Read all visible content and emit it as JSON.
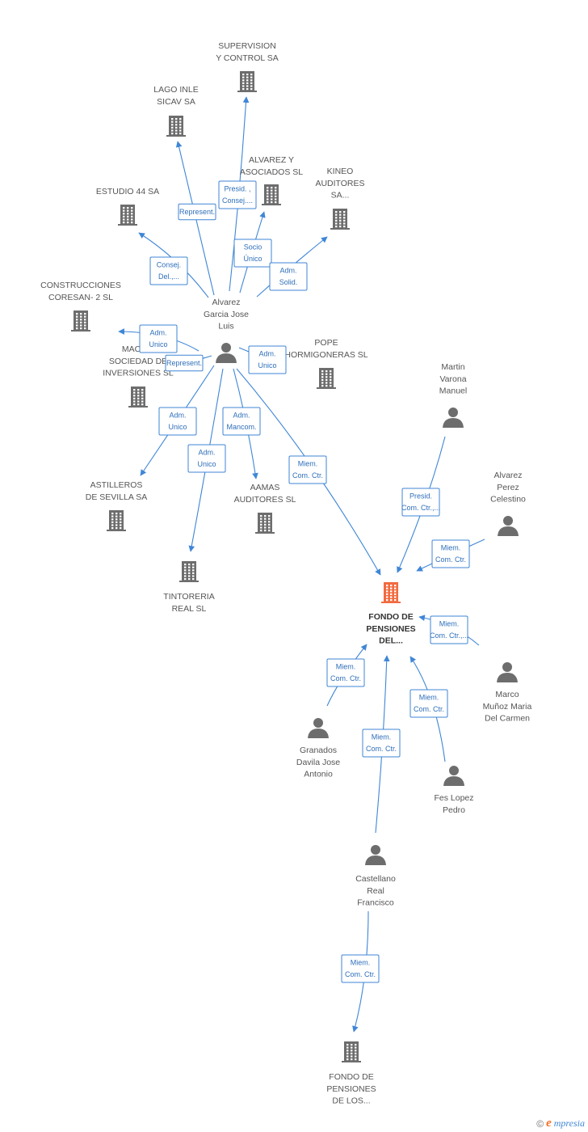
{
  "colors": {
    "edge": "#3f86d6",
    "node_icon": "#6d6d6d",
    "focus_icon": "#f26a3f",
    "edge_label_text": "#2f6fba"
  },
  "nodes": [
    {
      "id": "supervision",
      "type": "company",
      "label": [
        "SUPERVISION",
        "Y CONTROL SA"
      ]
    },
    {
      "id": "lago",
      "type": "company",
      "label": [
        "LAGO INLE",
        "SICAV SA"
      ]
    },
    {
      "id": "alvarez_asoc",
      "type": "company",
      "label": [
        "ALVAREZ Y",
        "ASOCIADOS SL"
      ]
    },
    {
      "id": "kineo",
      "type": "company",
      "label": [
        "KINEO",
        "AUDITORES",
        "SA..."
      ]
    },
    {
      "id": "estudio44",
      "type": "company",
      "label": [
        "ESTUDIO 44 SA"
      ]
    },
    {
      "id": "construcciones",
      "type": "company",
      "label": [
        "CONSTRUCCIONES",
        "CORESAN- 2 SL"
      ]
    },
    {
      "id": "macom",
      "type": "company",
      "label": [
        "MACOM",
        "SOCIEDAD DE",
        "INVERSIONES SL"
      ]
    },
    {
      "id": "pope",
      "type": "company",
      "label": [
        "POPE",
        "HORMIGONERAS SL"
      ]
    },
    {
      "id": "astilleros",
      "type": "company",
      "label": [
        "ASTILLEROS",
        "DE SEVILLA SA"
      ]
    },
    {
      "id": "aamas",
      "type": "company",
      "label": [
        "AAMAS",
        "AUDITORES SL"
      ]
    },
    {
      "id": "tintoreria",
      "type": "company",
      "label": [
        "TINTORERIA",
        "REAL SL"
      ]
    },
    {
      "id": "fondo_del",
      "type": "focus",
      "label": [
        "FONDO DE",
        "PENSIONES",
        "DEL..."
      ]
    },
    {
      "id": "fondo_los",
      "type": "company",
      "label": [
        "FONDO DE",
        "PENSIONES",
        "DE LOS..."
      ]
    },
    {
      "id": "alvarez_garcia",
      "type": "person",
      "label": [
        "Alvarez",
        "Garcia Jose",
        "Luis"
      ]
    },
    {
      "id": "martin",
      "type": "person",
      "label": [
        "Martin",
        "Varona",
        "Manuel"
      ]
    },
    {
      "id": "alvarez_perez",
      "type": "person",
      "label": [
        "Alvarez",
        "Perez",
        "Celestino"
      ]
    },
    {
      "id": "marco",
      "type": "person",
      "label": [
        "Marco",
        "Muñoz Maria",
        "Del Carmen"
      ]
    },
    {
      "id": "granados",
      "type": "person",
      "label": [
        "Granados",
        "Davila Jose",
        "Antonio"
      ]
    },
    {
      "id": "fes",
      "type": "person",
      "label": [
        "Fes Lopez",
        "Pedro"
      ]
    },
    {
      "id": "castellano",
      "type": "person",
      "label": [
        "Castellano",
        "Real",
        "Francisco"
      ]
    }
  ],
  "edges": [
    {
      "from": "alvarez_garcia",
      "to": "supervision",
      "label": [
        "Presid. ,",
        "Consej...."
      ]
    },
    {
      "from": "alvarez_garcia",
      "to": "lago",
      "label": [
        "Represent."
      ]
    },
    {
      "from": "alvarez_garcia",
      "to": "alvarez_asoc",
      "label": [
        "Socio",
        "Único"
      ]
    },
    {
      "from": "alvarez_garcia",
      "to": "kineo",
      "label": [
        "Adm.",
        "Solid."
      ]
    },
    {
      "from": "alvarez_garcia",
      "to": "estudio44",
      "label": [
        "Consej.",
        "Del.,..."
      ]
    },
    {
      "from": "alvarez_garcia",
      "to": "construcciones",
      "label": [
        "Adm.",
        "Unico"
      ]
    },
    {
      "from": "alvarez_garcia",
      "to": "macom",
      "label": [
        "Represent."
      ]
    },
    {
      "from": "alvarez_garcia",
      "to": "pope",
      "label": [
        "Adm.",
        "Unico"
      ]
    },
    {
      "from": "alvarez_garcia",
      "to": "astilleros",
      "label": [
        "Adm.",
        "Unico"
      ]
    },
    {
      "from": "alvarez_garcia",
      "to": "tintoreria",
      "label": [
        "Adm.",
        "Unico"
      ]
    },
    {
      "from": "alvarez_garcia",
      "to": "aamas",
      "label": [
        "Adm.",
        "Mancom."
      ]
    },
    {
      "from": "alvarez_garcia",
      "to": "fondo_del",
      "label": [
        "Miem.",
        "Com. Ctr."
      ]
    },
    {
      "from": "martin",
      "to": "fondo_del",
      "label": [
        "Presid.",
        "Com. Ctr.,..."
      ]
    },
    {
      "from": "alvarez_perez",
      "to": "fondo_del",
      "label": [
        "Miem.",
        "Com. Ctr."
      ]
    },
    {
      "from": "marco",
      "to": "fondo_del",
      "label": [
        "Miem.",
        "Com. Ctr.,..."
      ]
    },
    {
      "from": "granados",
      "to": "fondo_del",
      "label": [
        "Miem.",
        "Com. Ctr."
      ]
    },
    {
      "from": "fes",
      "to": "fondo_del",
      "label": [
        "Miem.",
        "Com. Ctr."
      ]
    },
    {
      "from": "castellano",
      "to": "fondo_del",
      "label": [
        "Miem.",
        "Com. Ctr."
      ]
    },
    {
      "from": "castellano",
      "to": "fondo_los",
      "label": [
        "Miem.",
        "Com. Ctr."
      ]
    }
  ],
  "footer": {
    "copyright": "©",
    "brand_initial": "e",
    "brand_rest": "mpresia"
  }
}
